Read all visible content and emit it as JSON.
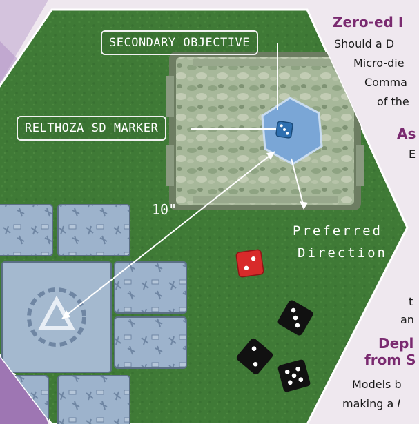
{
  "board": {
    "labels": {
      "secondary_objective": "SECONDARY OBJECTIVE",
      "relthoza_marker": "RELTHOZA SD MARKER",
      "distance": "10\"",
      "preferred_line1": "Preferred",
      "preferred_line2": "Direction"
    }
  },
  "sidebar": {
    "heading1": "Zero-ed I",
    "para1": [
      "Should a D",
      "Micro-die",
      "Comma",
      "of the"
    ],
    "heading2": "As",
    "para2": [
      "E"
    ],
    "para3": [
      "t",
      "an"
    ],
    "heading3_line1": "Depl",
    "heading3_line2": "from S",
    "para4": [
      "Models b",
      "making a"
    ],
    "para4_italic": "I"
  },
  "dice": {
    "blue": {
      "color": "#2e6fb0",
      "pips": 3
    },
    "red": {
      "color": "#d82a2a",
      "pips": 2
    },
    "black": [
      {
        "color": "#111111",
        "pips": 3
      },
      {
        "color": "#111111",
        "pips": 2
      },
      {
        "color": "#111111",
        "pips": 5
      }
    ]
  },
  "colors": {
    "felt": "#3f7a36",
    "tile": "#9db3cc",
    "heading": "#7a2a70",
    "frame": "#d8c8e0"
  }
}
